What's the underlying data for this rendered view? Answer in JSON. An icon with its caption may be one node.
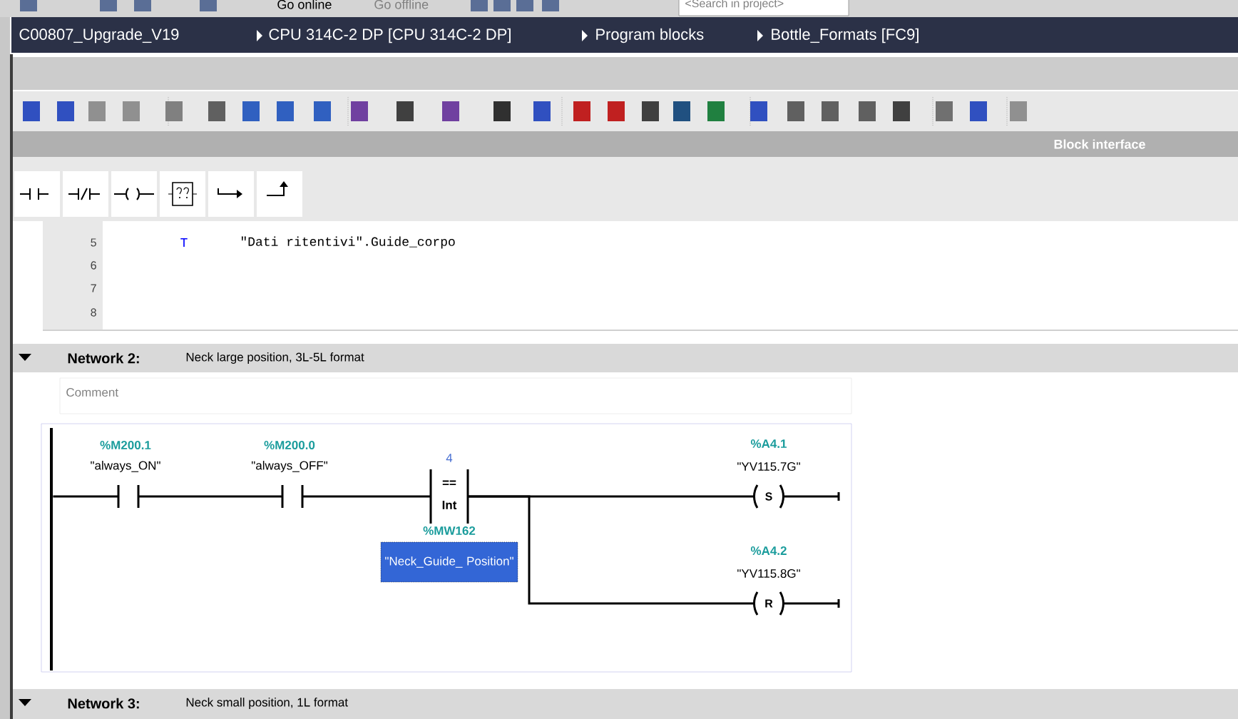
{
  "diagram": {
    "nodes": [
      {
        "text": [],
        "shape": "bar"
      },
      {
        "text": [
          "%M200.1",
          "\"always_ON\""
        ]
      },
      {
        "text": [
          "%M200.0",
          "\"always_OFF\""
        ]
      },
      {
        "text": [
          "4",
          "==",
          "Int",
          "%MW162",
          "\"Neck_Guide_ Position\""
        ]
      },
      {
        "text": [
          "%A4.1",
          "\"YV115.7G\"",
          "S"
        ]
      },
      {
        "text": [
          "%A4.2",
          "\"YV115.8G\"",
          "R"
        ]
      }
    ],
    "edges": [
      {
        "from": 0,
        "to": 1,
        "arrow": "none"
      },
      {
        "from": 1,
        "to": 2,
        "arrow": "none"
      },
      {
        "from": 2,
        "to": 3,
        "arrow": "none"
      },
      {
        "from": 3,
        "to": 4,
        "arrow": "none"
      },
      {
        "from": 3,
        "to": 5,
        "arrow": "none"
      }
    ],
    "labels": [
      "Go online",
      "Go offline",
      "<Search in project>",
      "C00807_Upgrade_V19",
      "CPU 314C-2 DP [CPU 314C-2 DP]",
      "Program blocks",
      "Bottle_Formats [FC9]",
      "Block interface",
      "5",
      "T",
      "\"Dati ritentivi\".Guide_corpo",
      "6",
      "7",
      "8",
      "Network 2:",
      "Neck large position, 3L-5L format",
      "Comment",
      "Network 3:",
      "Neck small position, 1L format"
    ]
  }
}
